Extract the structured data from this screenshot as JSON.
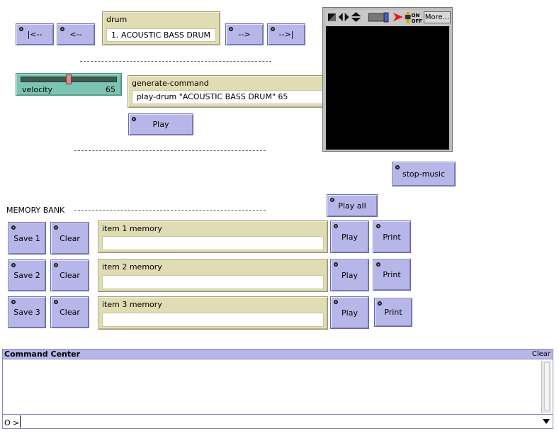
{
  "nav": {
    "first": "|<--",
    "prev": "<--",
    "next": "-->",
    "last": "-->|"
  },
  "drum": {
    "label": "drum",
    "value": "1. ACOUSTIC BASS DRUM"
  },
  "velocity": {
    "label": "velocity",
    "value": "65",
    "fraction": 0.5
  },
  "generate": {
    "label": "generate-command",
    "value": "play-drum \"ACOUSTIC BASS DRUM\" 65"
  },
  "play_label": "Play",
  "view": {
    "more": "More...",
    "on": "ON",
    "off": "OFF"
  },
  "stop_music": "stop-music",
  "memory_bank": {
    "label": "MEMORY BANK",
    "play_all": "Play all"
  },
  "rows": [
    {
      "save": "Save 1",
      "clear": "Clear",
      "memory_label": "item 1 memory",
      "memory_value": "",
      "play": "Play",
      "print": "Print"
    },
    {
      "save": "Save 2",
      "clear": "Clear",
      "memory_label": "item 2 memory",
      "memory_value": "",
      "play": "Play",
      "print": "Print"
    },
    {
      "save": "Save 3",
      "clear": "Clear",
      "memory_label": "item 3 memory",
      "memory_value": "",
      "play": "Play",
      "print": "Print"
    }
  ],
  "command_center": {
    "title": "Command Center",
    "clear": "Clear",
    "prompt": "O >",
    "input": ""
  }
}
